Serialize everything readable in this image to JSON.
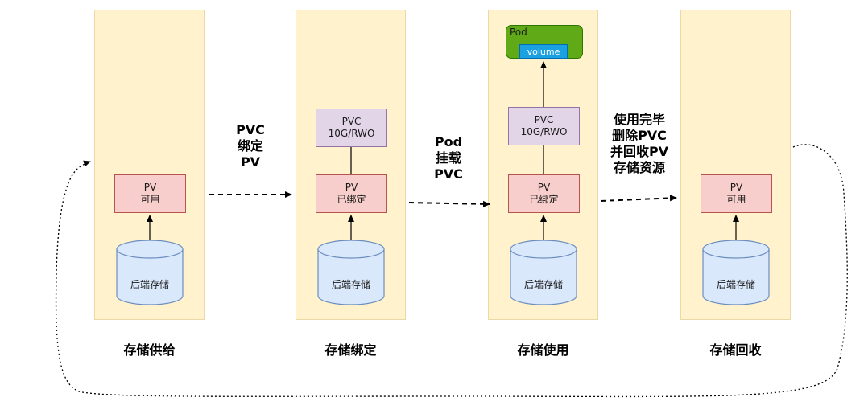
{
  "stages": [
    {
      "title": "存储供给",
      "pvc": null,
      "pv": {
        "line1": "PV",
        "line2": "可用"
      },
      "storage": "后端存储"
    },
    {
      "title": "存储绑定",
      "pvc": {
        "line1": "PVC",
        "line2": "10G/RWO"
      },
      "pv": {
        "line1": "PV",
        "line2": "已绑定"
      },
      "storage": "后端存储"
    },
    {
      "title": "存储使用",
      "pvc": {
        "line1": "PVC",
        "line2": "10G/RWO"
      },
      "pv": {
        "line1": "PV",
        "line2": "已绑定"
      },
      "storage": "后端存储"
    },
    {
      "title": "存储回收",
      "pvc": null,
      "pv": {
        "line1": "PV",
        "line2": "可用"
      },
      "storage": "后端存储"
    }
  ],
  "pod": {
    "label": "Pod",
    "volume": "volume"
  },
  "transitions": [
    {
      "lines": [
        "PVC",
        "绑定",
        "PV"
      ]
    },
    {
      "lines": [
        "Pod",
        "挂载",
        "PVC"
      ]
    },
    {
      "lines": [
        "使用完毕",
        "删除PVC",
        "并回收PV",
        "存储资源"
      ]
    }
  ],
  "colors": {
    "panel": "#fff2cc",
    "pv_fill": "#f8cecc",
    "pvc_fill": "#e1d5e7",
    "storage_fill": "#dae8fc",
    "pod_fill": "#60a917",
    "volume_fill": "#1ba1e2"
  }
}
